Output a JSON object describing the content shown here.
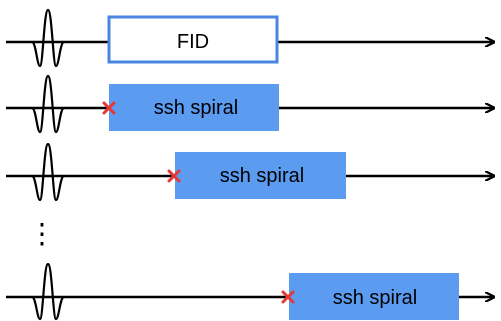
{
  "rows": [
    {
      "label": "FID",
      "style": "outlined",
      "show_marker": false
    },
    {
      "label": "ssh spiral",
      "style": "filled",
      "show_marker": true
    },
    {
      "label": "ssh spiral",
      "style": "filled",
      "show_marker": true
    },
    {
      "label": "ssh spiral",
      "style": "filled",
      "show_marker": true
    }
  ],
  "ellipsis": "⋮",
  "colors": {
    "line": "#000000",
    "box_fill": "#5b9bf0",
    "box_outline": "#4a86e0",
    "marker": "#e53935",
    "outlined_fill": "#ffffff"
  }
}
